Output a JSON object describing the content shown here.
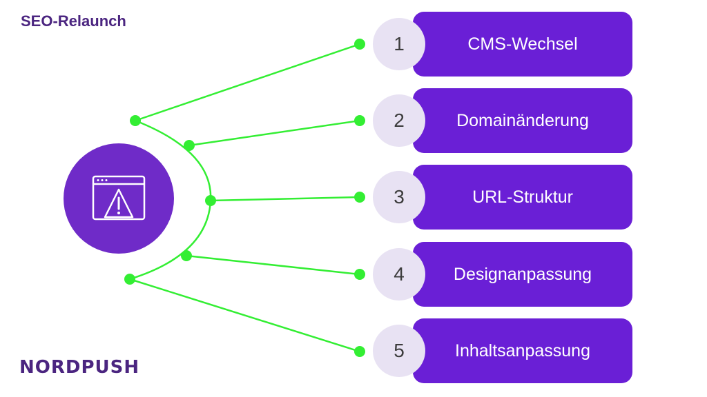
{
  "title": "SEO-Relaunch",
  "hub": {
    "icon": "browser-warning-icon"
  },
  "items": [
    {
      "number": "1",
      "label": "CMS-Wechsel"
    },
    {
      "number": "2",
      "label": "Domainänderung"
    },
    {
      "number": "3",
      "label": "URL-Struktur"
    },
    {
      "number": "4",
      "label": "Designanpassung"
    },
    {
      "number": "5",
      "label": "Inhaltsanpassung"
    }
  ],
  "colors": {
    "title": "#4b2580",
    "hub": "#6f2bc8",
    "bar": "#6a1fd6",
    "number_circle": "#e8e2f3",
    "connector": "#33ee33"
  },
  "logo": "NORDPUSH"
}
